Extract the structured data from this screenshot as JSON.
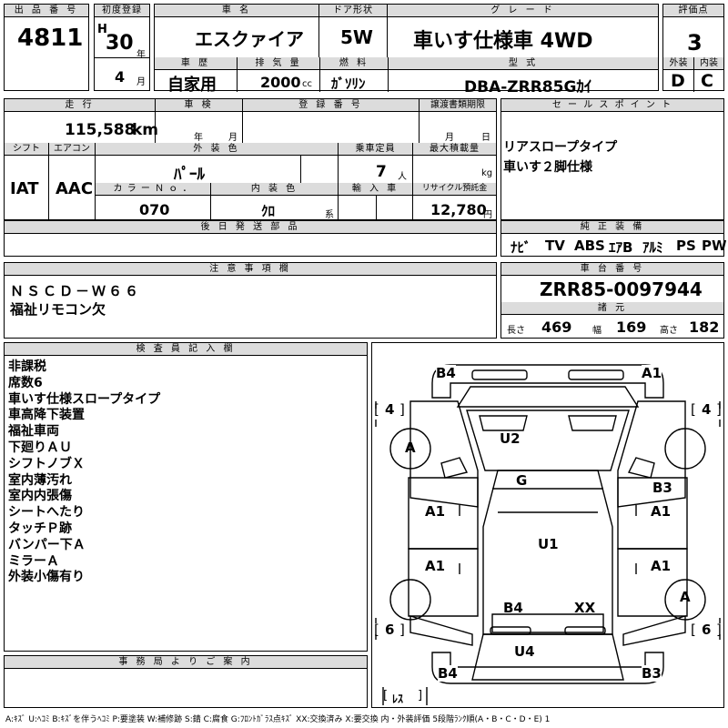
{
  "headers": {
    "lot_no": "出 品 番 号",
    "first_reg": "初度登録",
    "car_name": "車 名",
    "door": "ドア形状",
    "grade": "グ レ ー ド",
    "score": "評価点",
    "history": "車 歴",
    "displacement": "排 気 量",
    "fuel": "燃 料",
    "model_code": "型 式",
    "exterior": "外装",
    "interior": "内装",
    "mileage": "走 行",
    "inspection": "車 検",
    "reg_no": "登 録 番 号",
    "transfer_deadline": "譲渡書類期限",
    "sales_point": "セ ー ル ス ポ イ ン ト",
    "shift": "シフト",
    "aircon": "エアコン",
    "ext_color": "外 装 色",
    "capacity": "乗車定員",
    "max_load": "最大積載量",
    "color_no": "カ ラ ー Ｎ ｏ ．",
    "int_color": "内 装 色",
    "import": "輸 入 車",
    "recycle": "リサイクル預託金",
    "later_parts": "後 日 発 送 部 品",
    "genuine_equipment": "純 正 装 備",
    "notes": "注 意 事 項 欄",
    "chassis_no": "車 台 番 号",
    "specs": "諸 元",
    "inspector_notes": "検 査 員 記 入 欄",
    "office_notice": "事 務 局 よ り ご 案 内"
  },
  "lot_no": "4811",
  "first_reg": {
    "era": "H",
    "year": "30",
    "year_unit": "年",
    "month": "4",
    "month_unit": "月"
  },
  "car_name": "エスクァイア",
  "door": "5W",
  "grade": "車いす仕様車  4WD",
  "score": "3",
  "history": "自家用",
  "displacement": "2000",
  "displacement_unit": "cc",
  "fuel": "ｶﾞｿﾘﾝ",
  "model_code": "DBA-ZRR85Gｶｲ",
  "exterior_score": "D",
  "interior_score": "C",
  "mileage": "115,588",
  "mileage_unit": "km",
  "inspection": {
    "year_unit": "年",
    "month_unit": "月"
  },
  "transfer_deadline": {
    "month_unit": "月",
    "day_unit": "日"
  },
  "sales_points": [
    "リアスロープタイプ",
    "車いす２脚仕様"
  ],
  "shift": "IAT",
  "aircon": "AAC",
  "ext_color": "ﾊﾟｰﾙ",
  "capacity": "7",
  "capacity_unit": "人",
  "max_load_unit": "kg",
  "color_no": "070",
  "int_color": "ｸﾛ",
  "int_color_unit": "系",
  "recycle": "12,780",
  "recycle_unit": "円",
  "equipment": [
    "ﾅﾋﾞ",
    "TV",
    "ABS",
    "ｴｱB",
    "ｱﾙﾐ",
    "PS",
    "PW"
  ],
  "notes": [
    "ＮＳＣＤ－Ｗ６６",
    "福祉リモコン欠"
  ],
  "chassis_no": "ZRR85-0097944",
  "specs": {
    "length_label": "長さ",
    "length": "469",
    "width_label": "幅",
    "width": "169",
    "height_label": "高さ",
    "height": "182"
  },
  "inspector_notes": [
    "非課税",
    "席数6",
    "車いす仕様スロープタイプ",
    "車高降下装置",
    "福祉車両",
    "下廻りＡＵ",
    "シフトノブＸ",
    "室内薄汚れ",
    "室内内張傷",
    "シートへたり",
    "タッチＰ跡",
    "バンパー下Ａ",
    "ミラーＡ",
    "外装小傷有り"
  ],
  "diagram_marks": {
    "b4_front": "B4",
    "a1_front": "A1",
    "four_left": "4",
    "four_right": "4",
    "a_left_front": "A",
    "u2": "U2",
    "g": "G",
    "b3": "B3",
    "a1_l1": "A1",
    "a1_r1": "A1",
    "u1": "U1",
    "a1_l2": "A1",
    "a1_r2": "A1",
    "b4_rear": "B4",
    "xx": "XX",
    "a_right_rear": "A",
    "six_left": "6",
    "six_right": "6",
    "u4": "U4",
    "b4_bottom": "B4",
    "b3_bottom": "B3",
    "res": "ﾚｽ"
  },
  "legend": "A:ｷｽﾞ U:ﾍｺﾐ B:ｷｽﾞを伴うﾍｺﾐ P:要塗装 W:補修跡 S:錆 C:腐食 G:ﾌﾛﾝﾄｶﾞﾗｽ点ｷｽﾞ XX:交換済み X:要交換  内・外装評価 5段階ﾗﾝｸ順(A・B・C・D・E) 1"
}
